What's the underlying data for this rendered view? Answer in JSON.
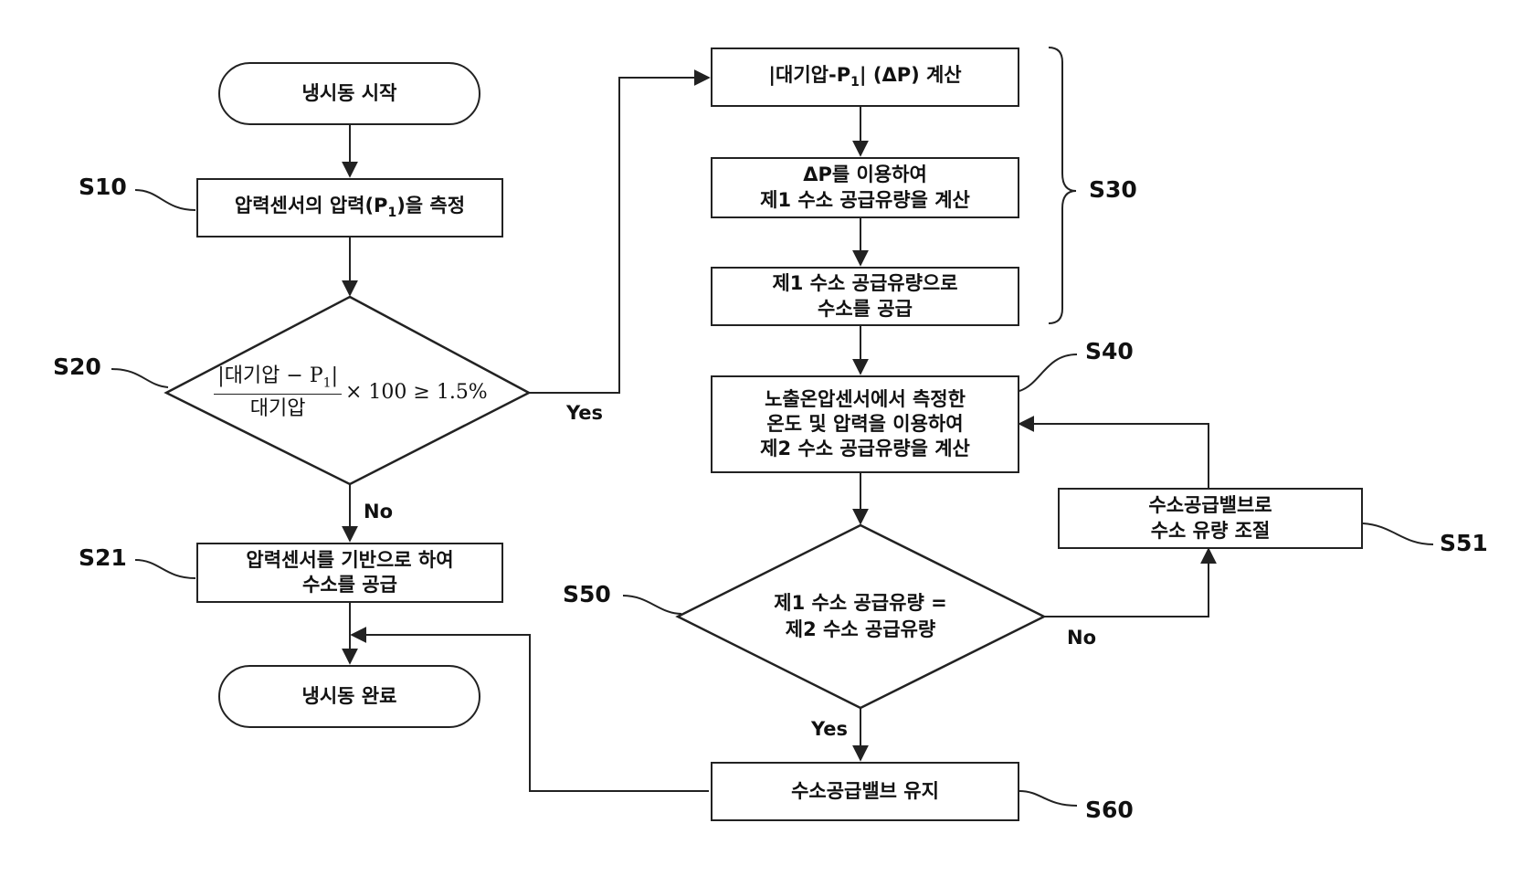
{
  "nodes": {
    "start": "냉시동 시작",
    "s10": {
      "pre": "압력센서의 압력(P",
      "sub": "1",
      "post": ")을 측정"
    },
    "s20": {
      "num_pre": "|대기압 − P",
      "num_sub": "1",
      "num_post": "|",
      "den": "대기압",
      "rest": "× 100 ≥ 1.5%"
    },
    "s21": [
      "압력센서를 기반으로 하여",
      "수소를 공급"
    ],
    "end": "냉시동 완료",
    "s30a": {
      "pre": "|대기압-P",
      "sub": "1",
      "post": "| (ΔP) 계산"
    },
    "s30b": [
      "ΔP를 이용하여",
      "제1 수소 공급유량을 계산"
    ],
    "s30c": [
      "제1 수소 공급유량으로",
      "수소를 공급"
    ],
    "s40": [
      "노출온압센서에서 측정한",
      "온도 및 압력을 이용하여",
      "제2 수소 공급유량을 계산"
    ],
    "s50": [
      "제1 수소 공급유량 =",
      "제2 수소 공급유량"
    ],
    "s51": [
      "수소공급밸브로",
      "수소 유량 조절"
    ],
    "s60": "수소공급밸브 유지"
  },
  "step_labels": {
    "s10": "S10",
    "s20": "S20",
    "s21": "S21",
    "s30": "S30",
    "s40": "S40",
    "s50": "S50",
    "s51": "S51",
    "s60": "S60"
  },
  "edge_labels": {
    "s20_yes": "Yes",
    "s20_no": "No",
    "s50_no": "No",
    "s50_yes": "Yes"
  },
  "colors": {
    "line": "#222222",
    "background": "#ffffff"
  }
}
